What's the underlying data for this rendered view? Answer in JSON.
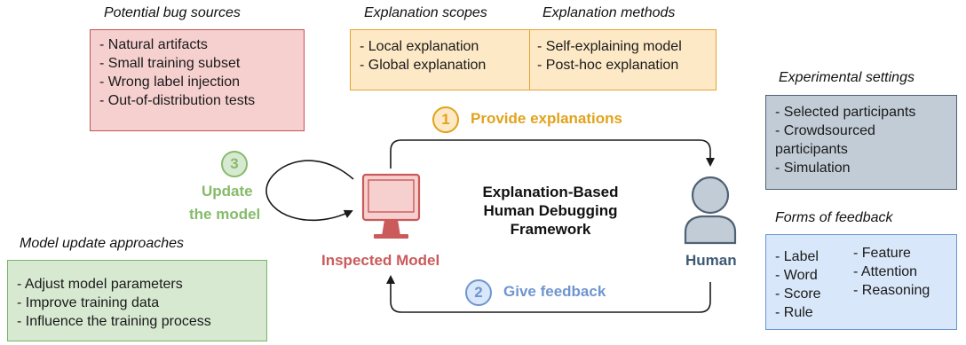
{
  "bug_sources": {
    "caption": "Potential bug sources",
    "items": [
      "Natural artifacts",
      "Small training subset",
      "Wrong label injection",
      "Out-of-distribution tests"
    ]
  },
  "explanation_scopes": {
    "caption": "Explanation scopes",
    "items": [
      "Local explanation",
      "Global explanation"
    ]
  },
  "explanation_methods": {
    "caption": "Explanation methods",
    "items": [
      "Self-explaining model",
      "Post-hoc explanation"
    ]
  },
  "experimental_settings": {
    "caption": "Experimental settings",
    "items": [
      "Selected participants",
      "Crowdsourced participants",
      "Simulation"
    ]
  },
  "forms_of_feedback": {
    "caption": "Forms of feedback",
    "col1": [
      "Label",
      "Word",
      "Score",
      "Rule"
    ],
    "col2": [
      "Feature",
      "Attention",
      "Reasoning"
    ]
  },
  "model_update": {
    "caption": "Model update approaches",
    "items": [
      "Adjust model parameters",
      "Improve training data",
      "Influence the training process"
    ]
  },
  "steps": {
    "s1": {
      "num": "1",
      "label": "Provide explanations"
    },
    "s2": {
      "num": "2",
      "label": "Give feedback"
    },
    "s3": {
      "num": "3",
      "line1": "Update",
      "line2": "the model"
    }
  },
  "center": {
    "line1": "Explanation-Based",
    "line2": "Human Debugging",
    "line3": "Framework"
  },
  "nodes": {
    "model": "Inspected Model",
    "human": "Human"
  },
  "colors": {
    "step1": "#e2a21b",
    "step2": "#6f95cf",
    "step3": "#86bb6a",
    "model": "#cb5a5a",
    "human": "#3d5a75"
  }
}
